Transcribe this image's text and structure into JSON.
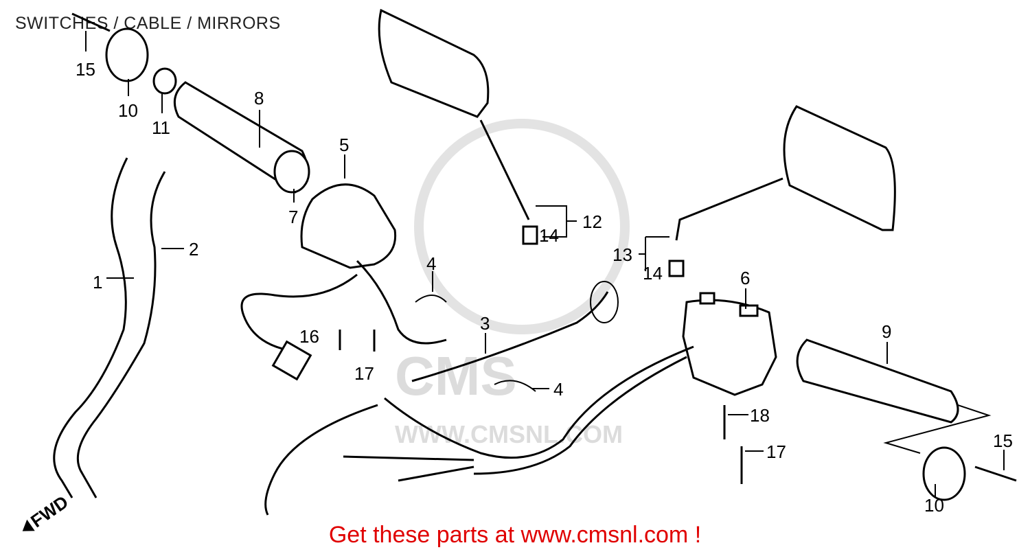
{
  "title": "SWITCHES / CABLE / MIRRORS",
  "footer": "Get these parts at www.cmsnl.com !",
  "watermark": {
    "logo": "CMS",
    "url": "WWW.CMSNL.COM"
  },
  "direction_marker": "FWD",
  "callouts": [
    {
      "id": "c15a",
      "label": "15"
    },
    {
      "id": "c10a",
      "label": "10"
    },
    {
      "id": "c11",
      "label": "11"
    },
    {
      "id": "c8",
      "label": "8"
    },
    {
      "id": "c7",
      "label": "7"
    },
    {
      "id": "c5",
      "label": "5"
    },
    {
      "id": "c1",
      "label": "1"
    },
    {
      "id": "c2",
      "label": "2"
    },
    {
      "id": "c12",
      "label": "12"
    },
    {
      "id": "c14a",
      "label": "14"
    },
    {
      "id": "c13",
      "label": "13"
    },
    {
      "id": "c14b",
      "label": "14"
    },
    {
      "id": "c4a",
      "label": "4"
    },
    {
      "id": "c6",
      "label": "6"
    },
    {
      "id": "c3",
      "label": "3"
    },
    {
      "id": "c16",
      "label": "16"
    },
    {
      "id": "c17a",
      "label": "17"
    },
    {
      "id": "c4b",
      "label": "4"
    },
    {
      "id": "c9",
      "label": "9"
    },
    {
      "id": "c18",
      "label": "18"
    },
    {
      "id": "c17b",
      "label": "17"
    },
    {
      "id": "c15b",
      "label": "15"
    },
    {
      "id": "c10b",
      "label": "10"
    }
  ]
}
